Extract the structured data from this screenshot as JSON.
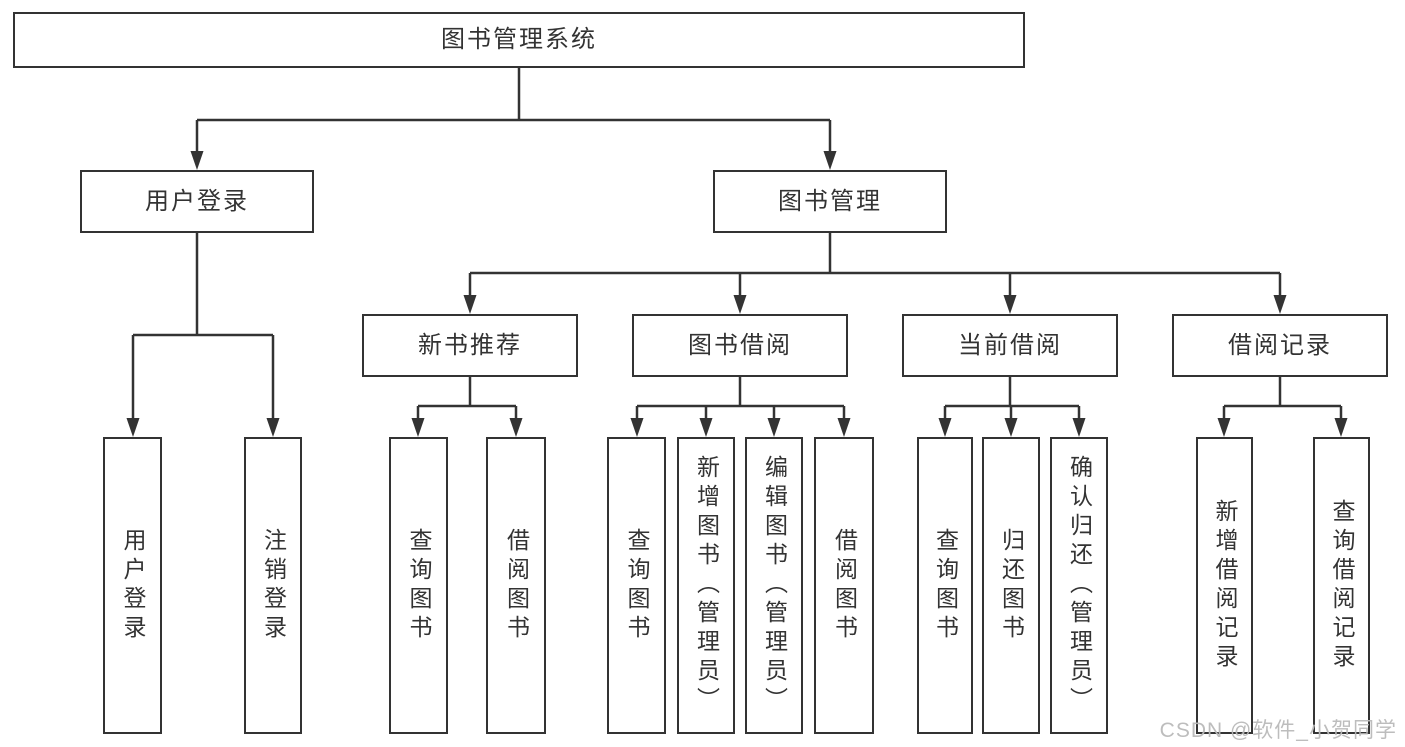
{
  "diagram_title": "图书管理系统",
  "tree": {
    "root": {
      "label": "图书管理系统"
    },
    "children": [
      {
        "label": "用户登录",
        "children": [
          {
            "label": "用户登录"
          },
          {
            "label": "注销登录"
          }
        ]
      },
      {
        "label": "图书管理",
        "children": [
          {
            "label": "新书推荐",
            "children": [
              {
                "label": "查询图书"
              },
              {
                "label": "借阅图书"
              }
            ]
          },
          {
            "label": "图书借阅",
            "children": [
              {
                "label": "查询图书"
              },
              {
                "label": "新增图书（管理员）"
              },
              {
                "label": "编辑图书（管理员）"
              },
              {
                "label": "借阅图书"
              }
            ]
          },
          {
            "label": "当前借阅",
            "children": [
              {
                "label": "查询图书"
              },
              {
                "label": "归还图书"
              },
              {
                "label": "确认归还（管理员）"
              }
            ]
          },
          {
            "label": "借阅记录",
            "children": [
              {
                "label": "新增借阅记录"
              },
              {
                "label": "查询借阅记录"
              }
            ]
          }
        ]
      }
    ]
  },
  "watermark": {
    "text": "CSDN @软件_小贺同学"
  },
  "colors": {
    "line": "#333333",
    "text": "#333333",
    "box_background": "#ffffff",
    "page_background": "#ffffff",
    "watermark": "#b9b9b9"
  }
}
